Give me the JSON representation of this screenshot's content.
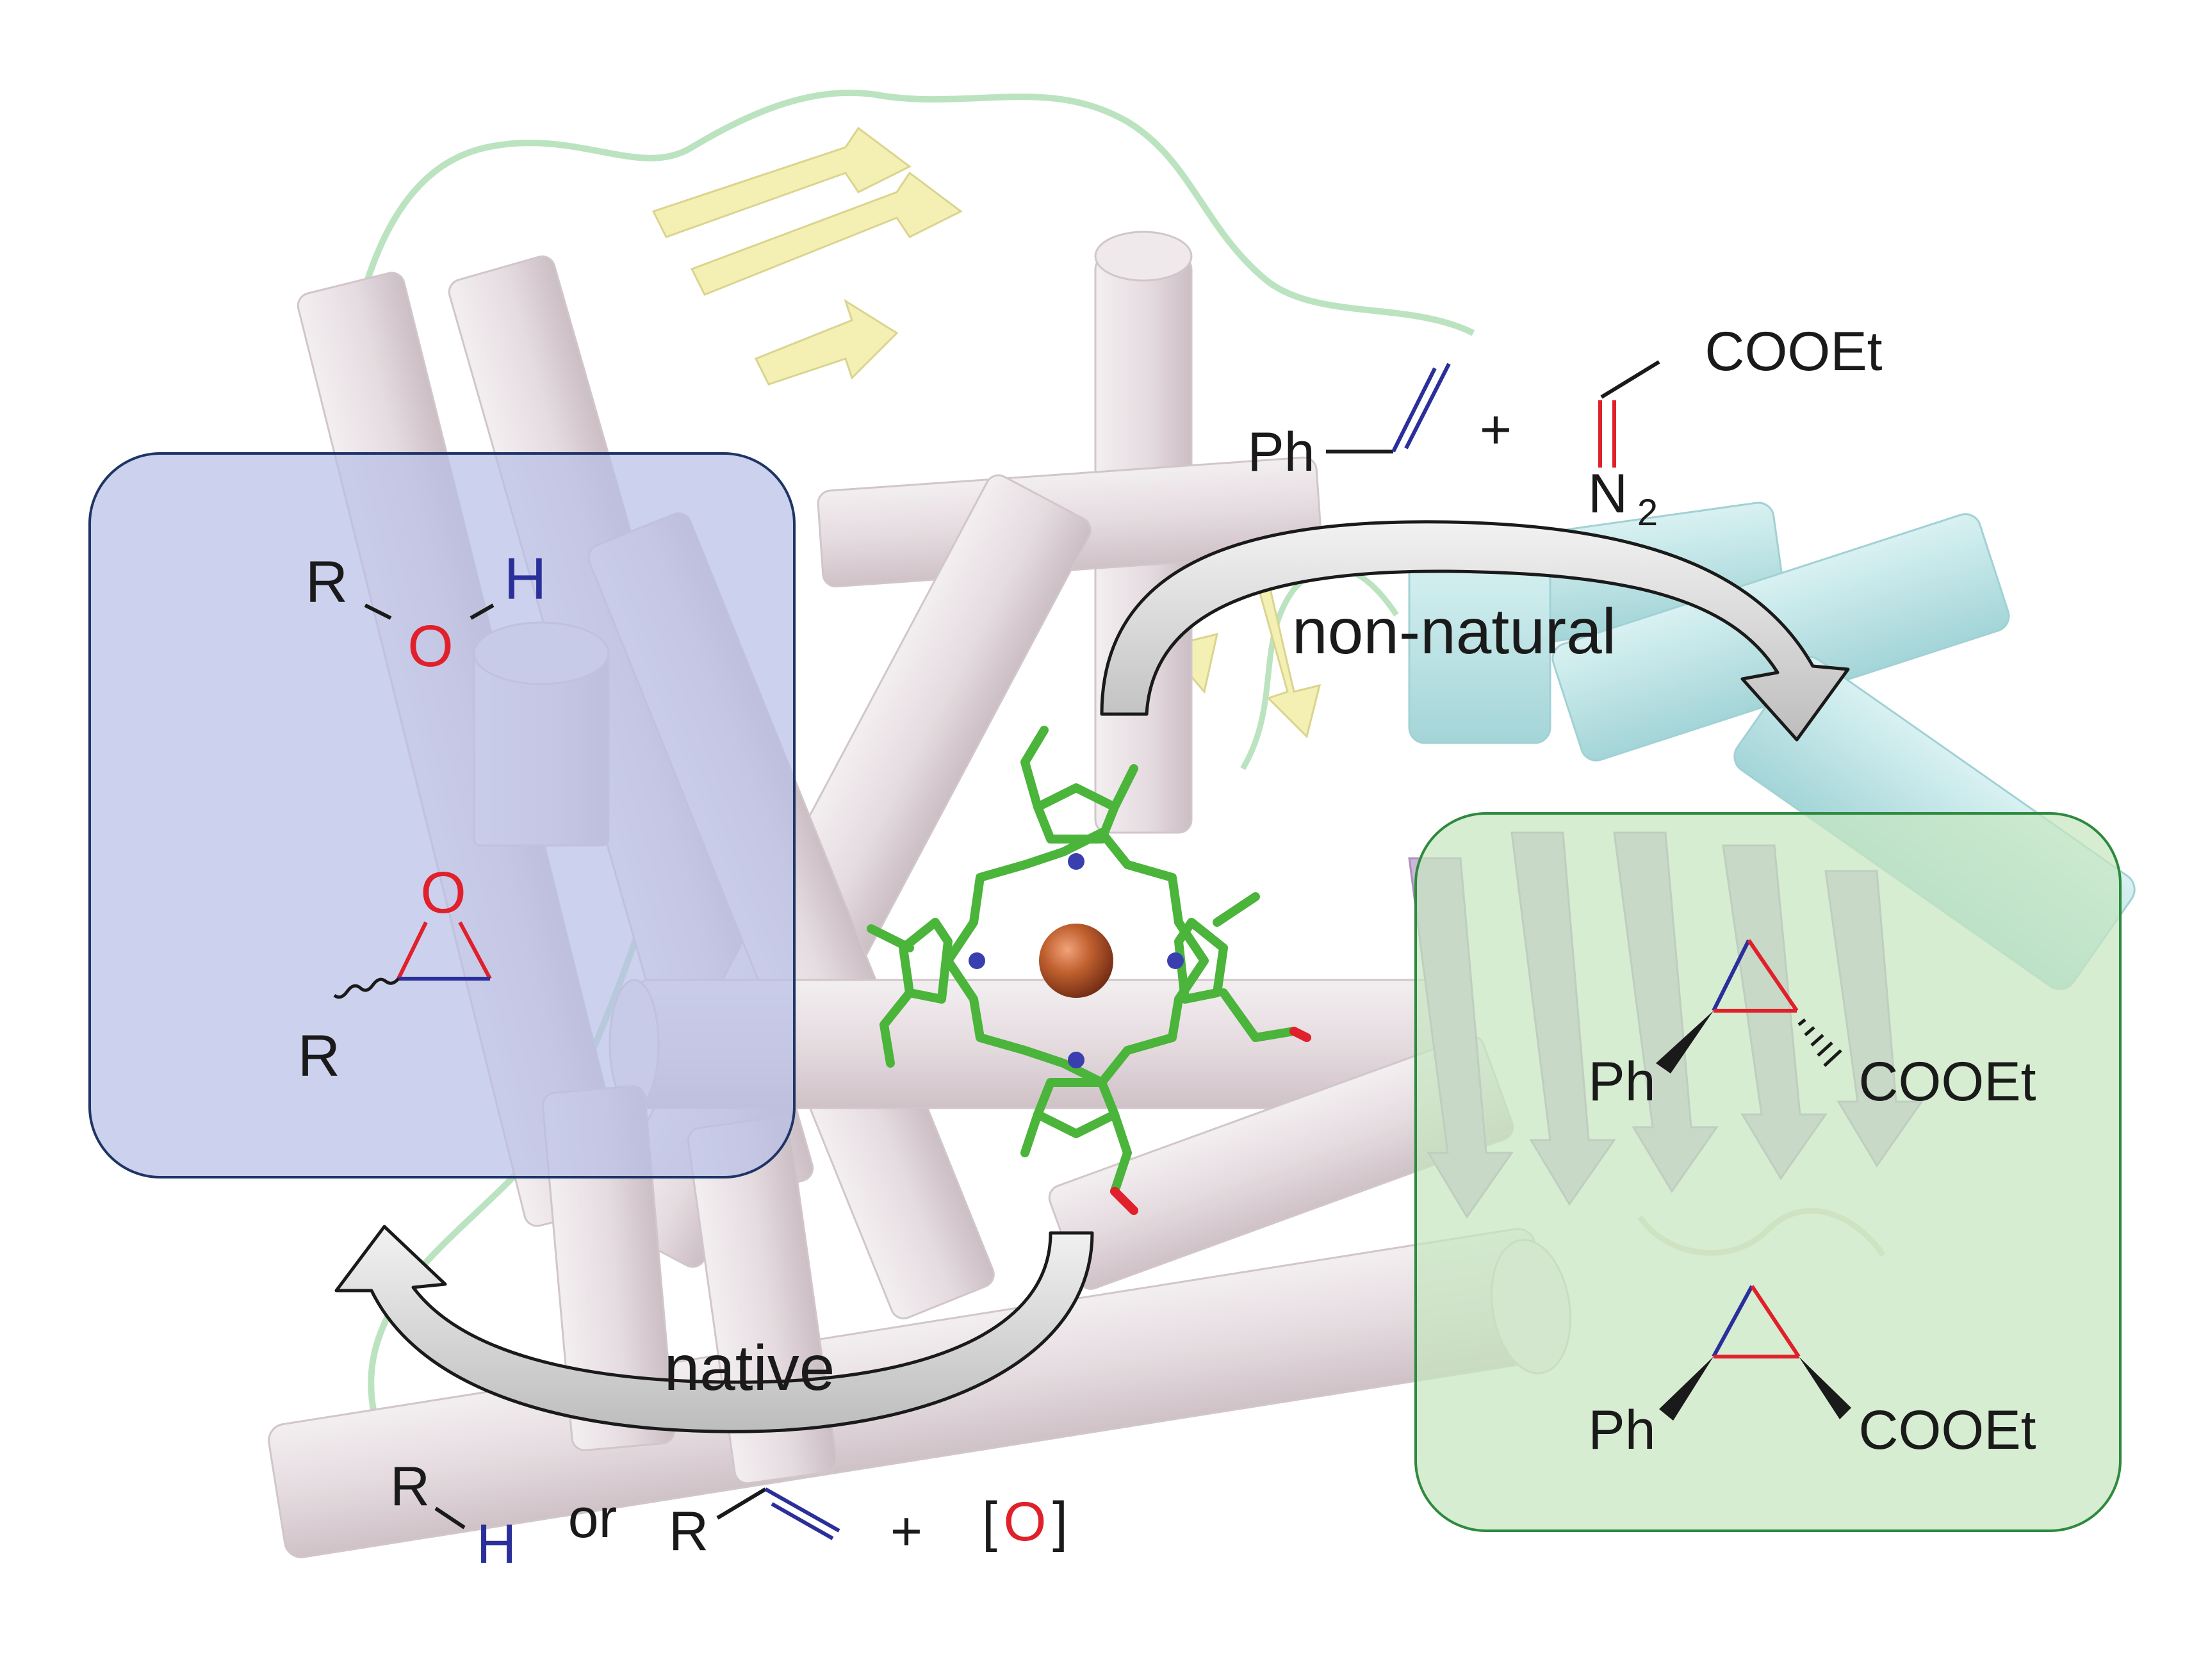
{
  "colors": {
    "helix": "#e6dde0",
    "helix_edge": "#cfc3c8",
    "helix_cyan": "#bfe6e8",
    "sheet_yellow": "#f4f0b0",
    "sheet_violet": "#cbb3d6",
    "loop_green": "#b8e2bd",
    "native_box_fill": "#b8bfe6",
    "native_box_stroke": "#1f3566",
    "nonnatural_box_fill": "#c6e6c0",
    "nonnatural_box_stroke": "#2e8a3e",
    "heme_carbon": "#4bb43a",
    "heme_nitrogen": "#3a3fb0",
    "heme_oxygen": "#e0202a",
    "iron": "#b5502a",
    "bond_red": "#e0202a",
    "bond_blue": "#2b2f9a",
    "text": "#1a1a1a"
  },
  "labels": {
    "native": "native",
    "non_natural": "non-natural"
  },
  "native_products": {
    "alcohol_R": "R",
    "alcohol_O": "O",
    "alcohol_H": "H",
    "epoxide_O": "O",
    "epoxide_R": "R"
  },
  "native_substrates": {
    "alkane_R": "R",
    "alkane_H": "H",
    "or": "or",
    "alkene_R": "R",
    "plus": "+",
    "oxidant_left": "[",
    "oxidant_O": "O",
    "oxidant_right": "]"
  },
  "non_natural_substrates": {
    "styrene_Ph": "Ph",
    "plus": "+",
    "diazo_ester": "COOEt",
    "diazo_N": "N",
    "diazo_sub": "2"
  },
  "non_natural_products": {
    "trans_Ph": "Ph",
    "trans_ester": "COOEt",
    "cis_Ph": "Ph",
    "cis_ester": "COOEt"
  }
}
